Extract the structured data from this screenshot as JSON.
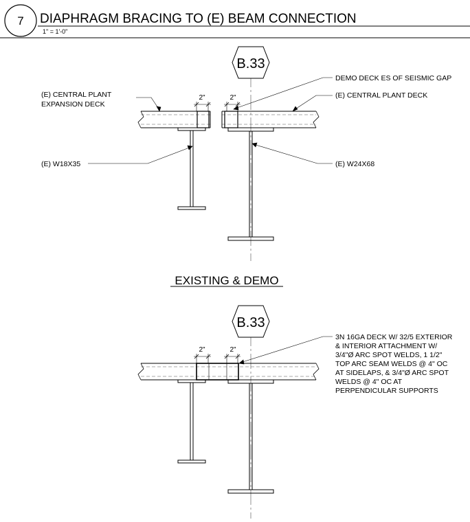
{
  "detail": {
    "number": "7",
    "title": "DIAPHRAGM BRACING TO (E) BEAM CONNECTION",
    "scale": "1\" = 1'-0\""
  },
  "top_view": {
    "grid_label": "B.33",
    "dim_left": "2\"",
    "dim_right": "2\"",
    "label_left_deck_1": "(E) CENTRAL PLANT",
    "label_left_deck_2": "EXPANSION DECK",
    "label_left_beam": "(E) W18X35",
    "label_demo": "DEMO DECK ES OF SEISMIC GAP",
    "label_right_deck": "(E) CENTRAL PLANT DECK",
    "label_right_beam": "(E) W24X68",
    "subtitle": "EXISTING & DEMO"
  },
  "bottom_view": {
    "grid_label": "B.33",
    "dim_left": "2\"",
    "dim_right": "2\"",
    "note_lines": [
      "3N 16GA DECK W/ 32/5 EXTERIOR",
      "& INTERIOR ATTACHMENT W/",
      "3/4\"Ø ARC SPOT WELDS, 1 1/2\"",
      "TOP ARC SEAM WELDS @ 4\" OC",
      "AT SIDELAPS, & 3/4\"Ø ARC SPOT",
      "WELDS @ 4\" OC AT",
      "PERPENDICULAR SUPPORTS"
    ]
  }
}
